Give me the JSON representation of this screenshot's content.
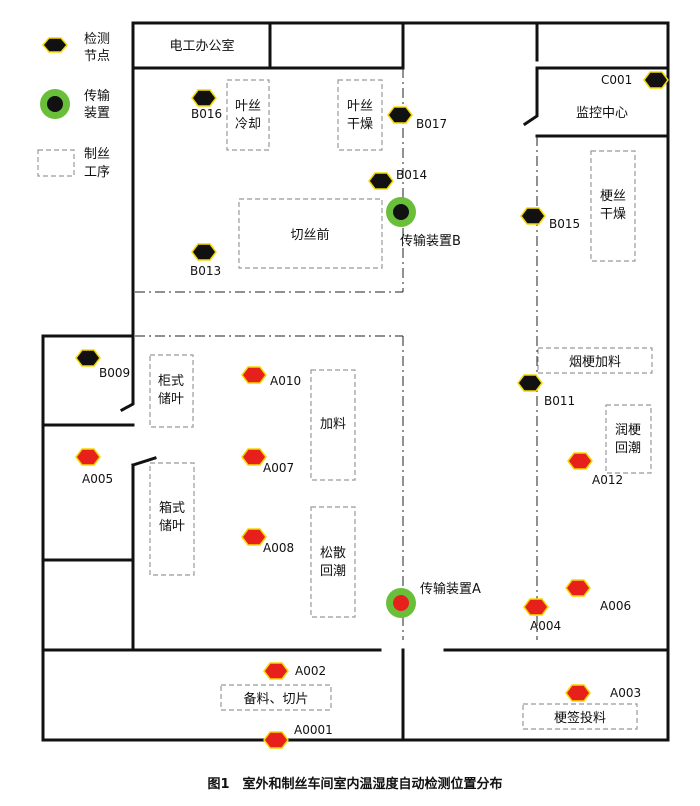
{
  "legend": {
    "node": "检测节点",
    "device": "传输装置",
    "zone": "制丝工序"
  },
  "rooms": {
    "electric_office": "电工办公室",
    "monitor_center": "监控中心"
  },
  "zones": {
    "leaf_cool": "叶丝冷却",
    "leaf_dry": "叶丝干燥",
    "pre_cut": "切丝前",
    "stem_dry": "梗丝干燥",
    "cabinet_store": "柜式储叶",
    "add_material": "加料",
    "box_store": "箱式储叶",
    "loosen": "松散回潮",
    "stem_feed": "烟梗加料",
    "stem_moist": "润梗回潮",
    "prep_slice": "备料、切片",
    "stem_sign": "梗签投料"
  },
  "devices": {
    "A": "传输装置A",
    "B": "传输装置B"
  },
  "nodes_black": [
    "B016",
    "B017",
    "B014",
    "B015",
    "B013",
    "B009",
    "B011",
    "C001"
  ],
  "nodes_red": [
    "A010",
    "A005",
    "A007",
    "A008",
    "A012",
    "A006",
    "A004",
    "A002",
    "A003",
    "A0001"
  ],
  "colors": {
    "indoor_node": "#111111",
    "outdoor_node": "#e8201c",
    "device_ring": "#6abf3a",
    "node_outline": "#f5d800"
  },
  "caption": "图1　室外和制丝车间室内温湿度自动检测位置分布"
}
